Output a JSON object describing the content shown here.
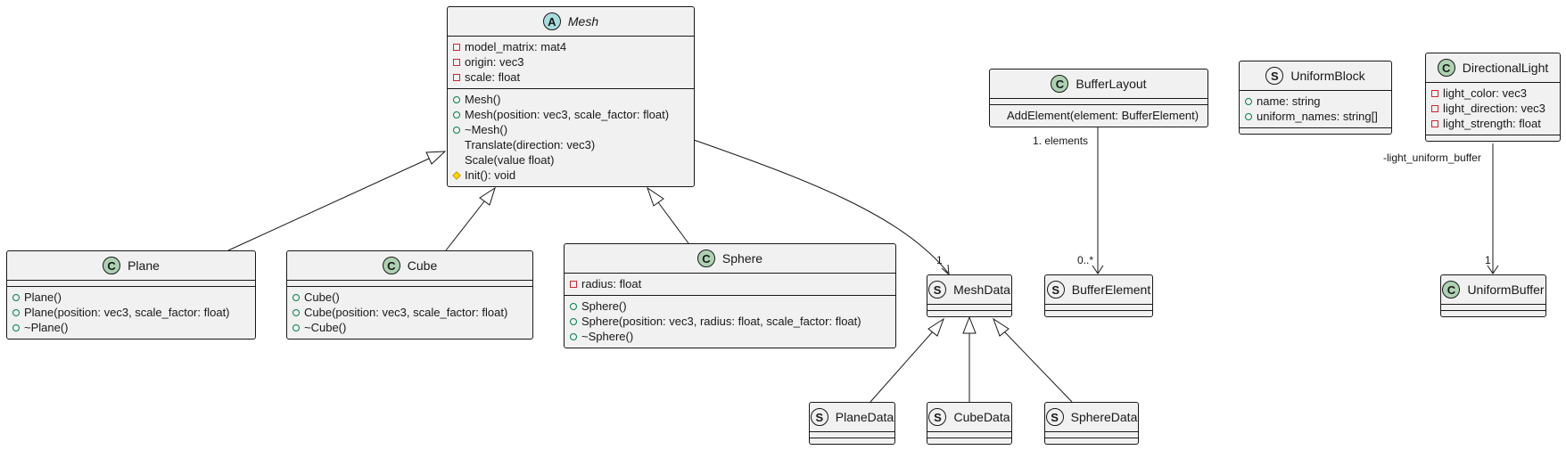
{
  "classes": {
    "mesh": {
      "stereotype": "A",
      "name": "Mesh",
      "fields": [
        {
          "vis": "private",
          "text": "model_matrix: mat4"
        },
        {
          "vis": "private",
          "text": "origin: vec3"
        },
        {
          "vis": "private",
          "text": "scale: float"
        }
      ],
      "methods": [
        {
          "vis": "public",
          "text": "Mesh()"
        },
        {
          "vis": "public",
          "text": "Mesh(position: vec3, scale_factor: float)"
        },
        {
          "vis": "public",
          "text": "~Mesh()"
        },
        {
          "vis": "none",
          "text": "Translate(direction: vec3)"
        },
        {
          "vis": "none",
          "text": "Scale(value float)"
        },
        {
          "vis": "protected",
          "text": "Init(): void"
        }
      ]
    },
    "plane": {
      "stereotype": "C",
      "name": "Plane",
      "methods": [
        {
          "vis": "public",
          "text": "Plane()"
        },
        {
          "vis": "public",
          "text": "Plane(position: vec3, scale_factor: float)"
        },
        {
          "vis": "public",
          "text": "~Plane()"
        }
      ]
    },
    "cube": {
      "stereotype": "C",
      "name": "Cube",
      "methods": [
        {
          "vis": "public",
          "text": "Cube()"
        },
        {
          "vis": "public",
          "text": "Cube(position: vec3, scale_factor: float)"
        },
        {
          "vis": "public",
          "text": "~Cube()"
        }
      ]
    },
    "sphere": {
      "stereotype": "C",
      "name": "Sphere",
      "fields": [
        {
          "vis": "private",
          "text": "radius: float"
        }
      ],
      "methods": [
        {
          "vis": "public",
          "text": "Sphere()"
        },
        {
          "vis": "public",
          "text": "Sphere(position: vec3, radius: float, scale_factor: float)"
        },
        {
          "vis": "public",
          "text": "~Sphere()"
        }
      ]
    },
    "meshdata": {
      "stereotype": "S",
      "name": "MeshData"
    },
    "planedata": {
      "stereotype": "S",
      "name": "PlaneData"
    },
    "cubedata": {
      "stereotype": "S",
      "name": "CubeData"
    },
    "spheredata": {
      "stereotype": "S",
      "name": "SphereData"
    },
    "bufferlayout": {
      "stereotype": "C",
      "name": "BufferLayout",
      "methods": [
        {
          "vis": "none",
          "text": "AddElement(element: BufferElement)"
        }
      ]
    },
    "bufferelement": {
      "stereotype": "S",
      "name": "BufferElement"
    },
    "uniformblock": {
      "stereotype": "S",
      "name": "UniformBlock",
      "fields": [
        {
          "vis": "public",
          "text": "name: string"
        },
        {
          "vis": "public",
          "text": "uniform_names: string[]"
        }
      ]
    },
    "directionallight": {
      "stereotype": "C",
      "name": "DirectionalLight",
      "fields": [
        {
          "vis": "private",
          "text": "light_color: vec3"
        },
        {
          "vis": "private",
          "text": "light_direction: vec3"
        },
        {
          "vis": "private",
          "text": "light_strength: float"
        }
      ]
    },
    "uniformbuffer": {
      "stereotype": "C",
      "name": "UniformBuffer"
    }
  },
  "edge_labels": {
    "mesh_meshdata_mult": "1",
    "layout_elements_role": "1. elements",
    "layout_elements_mult": "0..*",
    "light_buffer_role": "-light_uniform_buffer",
    "light_buffer_mult": "1"
  }
}
